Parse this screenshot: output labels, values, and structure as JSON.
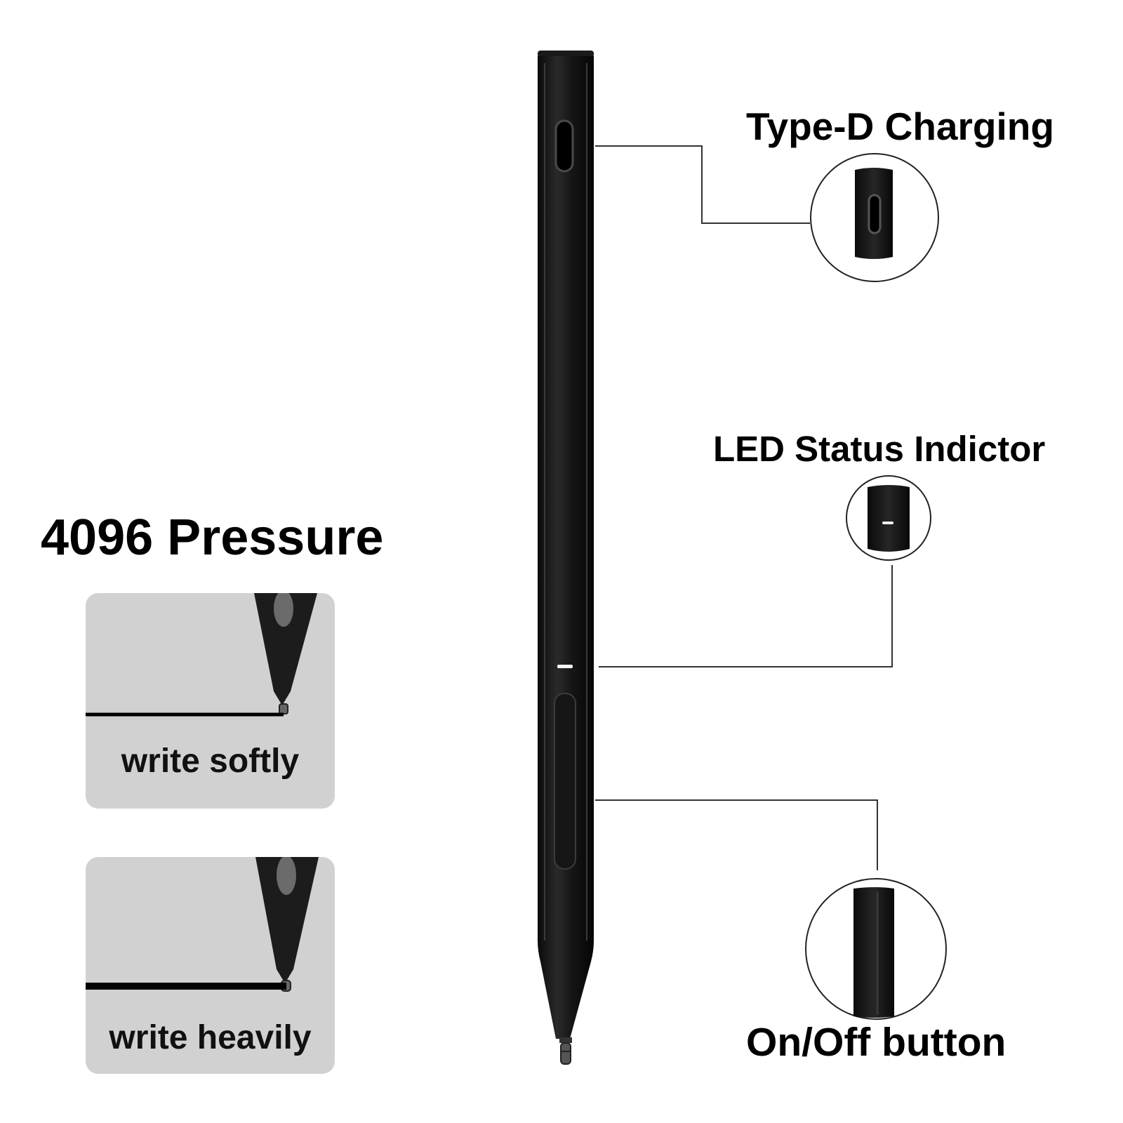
{
  "callouts": {
    "charging": "Type-D Charging",
    "led": "LED Status Indictor",
    "onoff": "On/Off button"
  },
  "pressure": {
    "title": "4096 Pressure",
    "soft_label": "write softly",
    "heavy_label": "write heavily"
  },
  "colors": {
    "pen_body": "#111111",
    "card_bg": "#d1d1d1",
    "text": "#000000"
  }
}
